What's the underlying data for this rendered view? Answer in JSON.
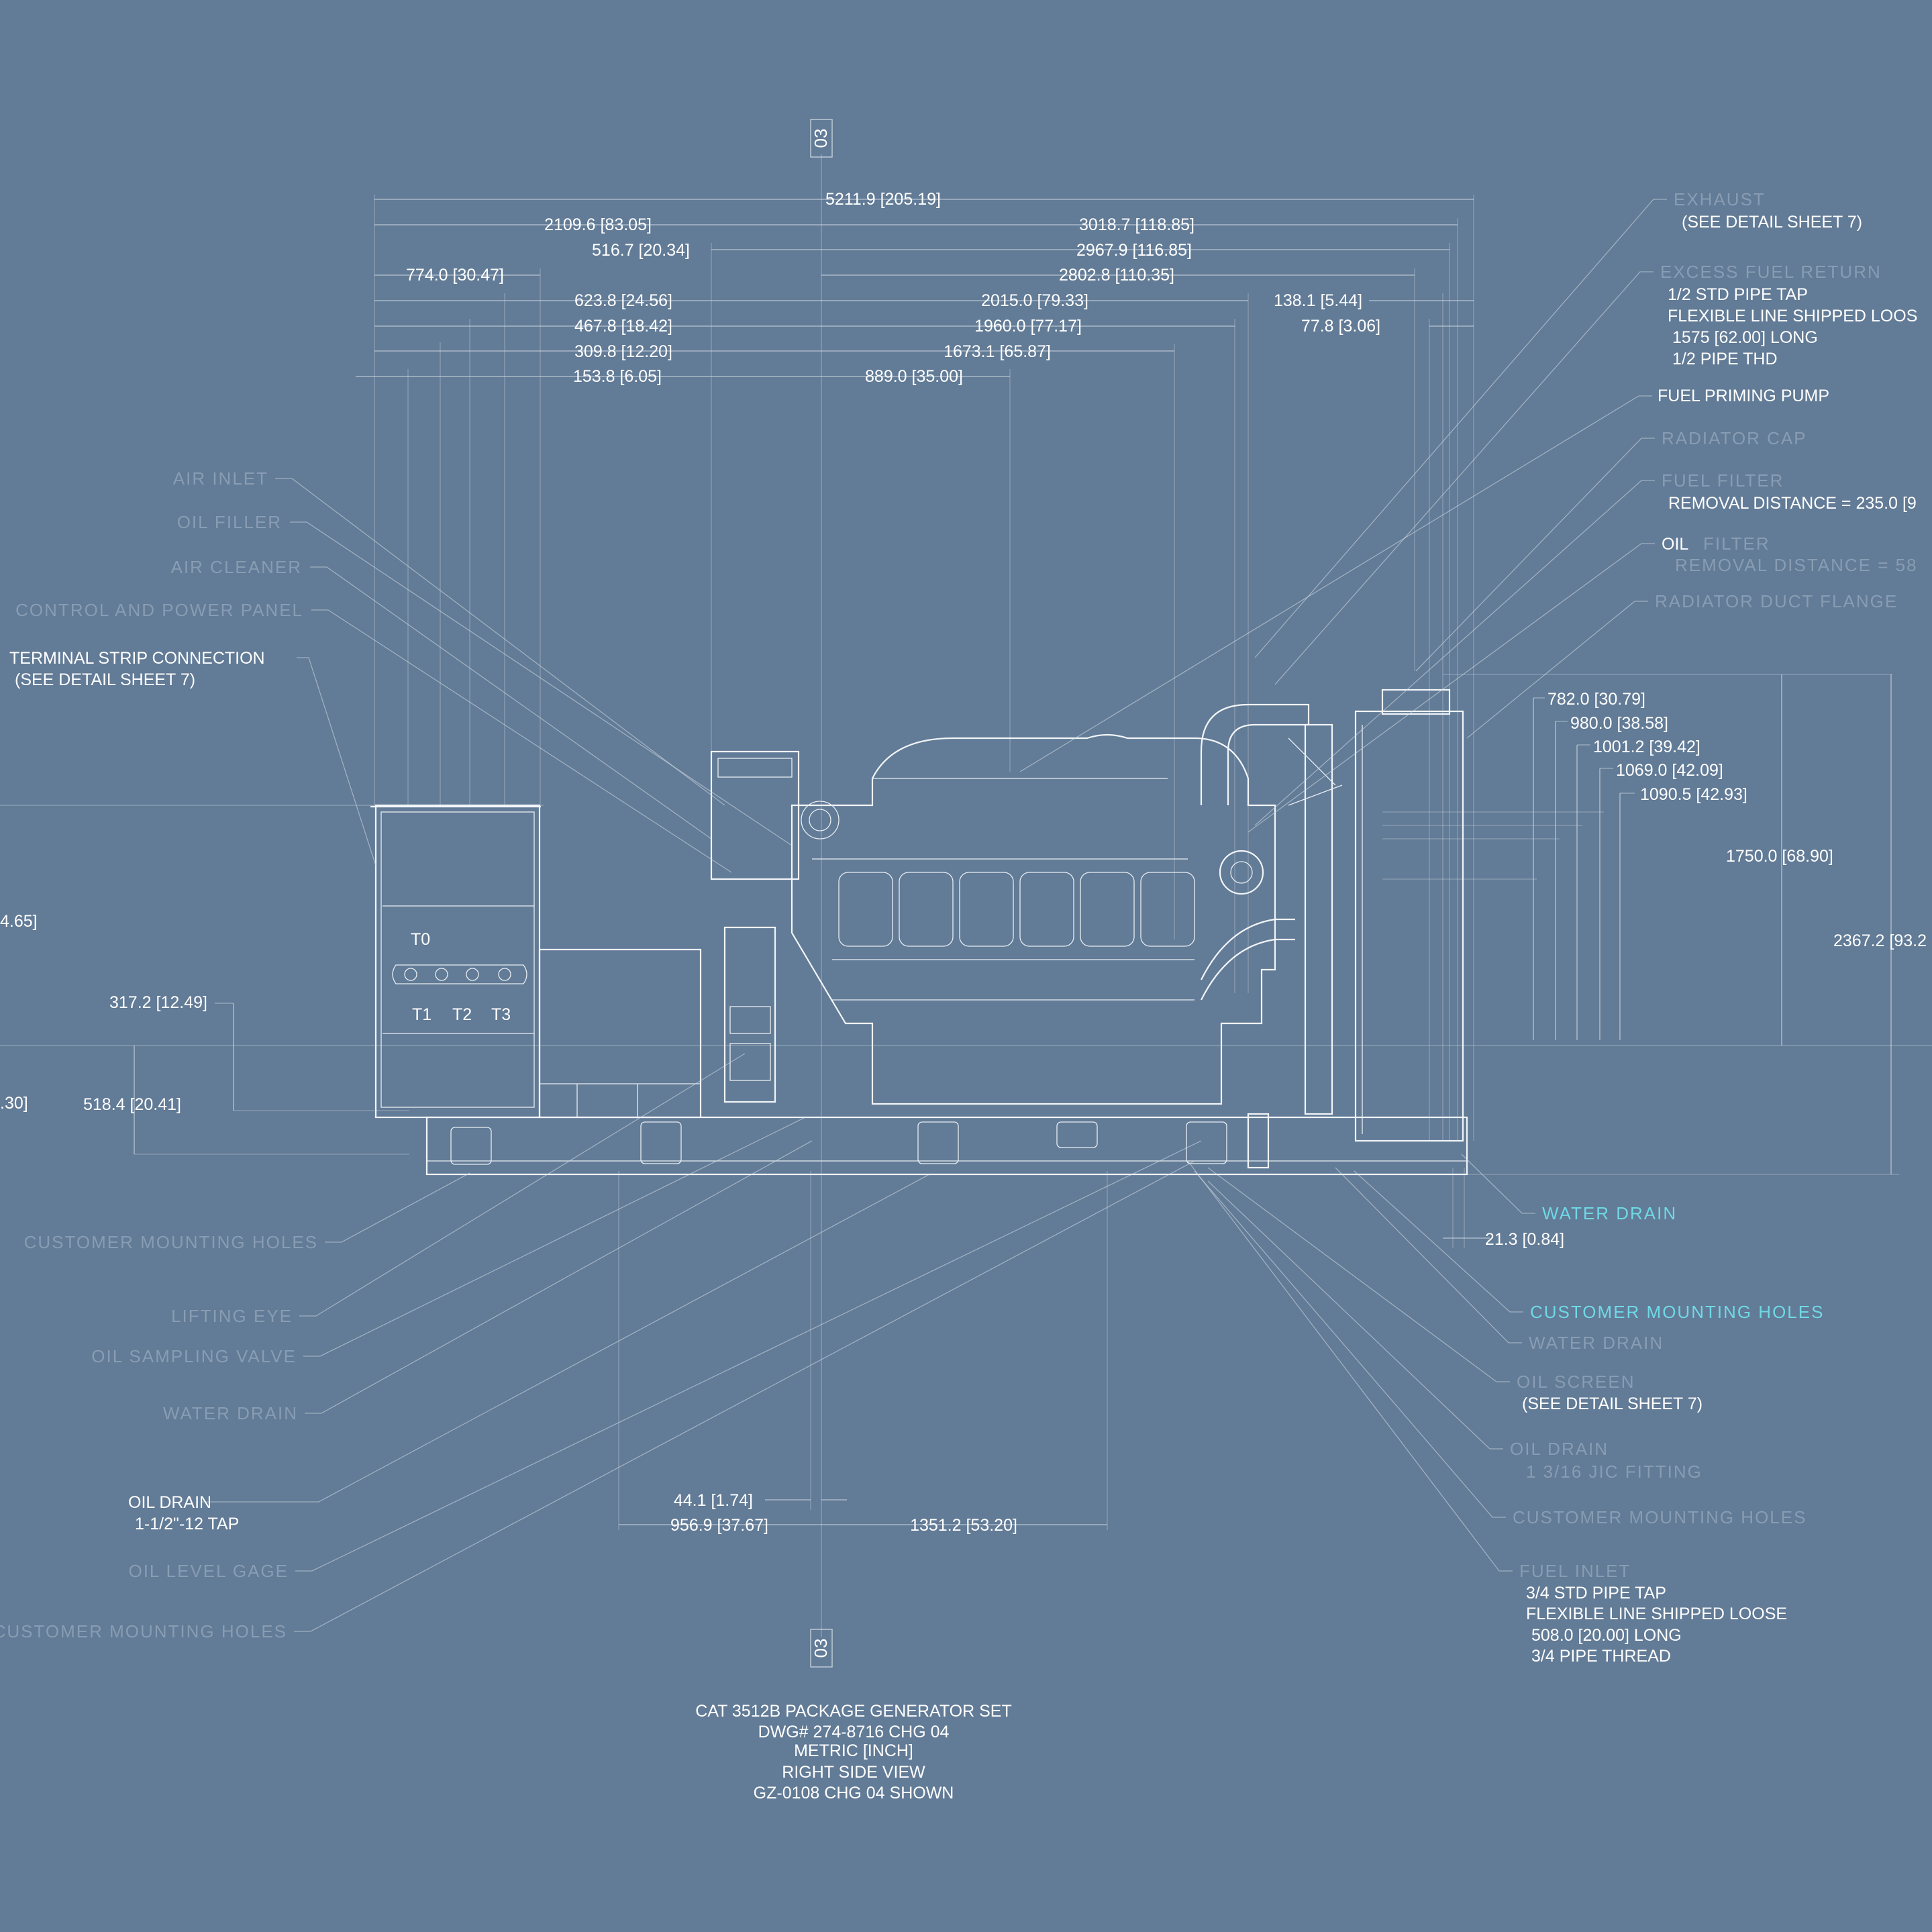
{
  "section_marks": {
    "top": "03",
    "bottom": "03"
  },
  "dimensions": {
    "top": [
      "5211.9 [205.19]",
      "2109.6 [83.05]",
      "3018.7 [118.85]",
      "516.7 [20.34]",
      "2967.9 [116.85]",
      "774.0 [30.47]",
      "2802.8 [110.35]",
      "623.8 [24.56]",
      "2015.0 [79.33]",
      "138.1 [5.44]",
      "467.8 [18.42]",
      "1960.0 [77.17]",
      "77.8 [3.06]",
      "309.8 [12.20]",
      "1673.1 [65.87]",
      "153.8 [6.05]",
      "889.0 [35.00]"
    ],
    "right": [
      "782.0 [30.79]",
      "980.0 [38.58]",
      "1001.2 [39.42]",
      "1069.0 [42.09]",
      "1090.5 [42.93]",
      "1750.0 [68.90]",
      "2367.2 [93.2"
    ],
    "left": [
      "4.65]",
      "317.2 [12.49]",
      ".30]",
      "518.4 [20.41]"
    ],
    "bottom": [
      "21.3 [0.84]",
      "44.1 [1.74]",
      "956.9 [37.67]",
      "1351.2 [53.20]"
    ]
  },
  "terminals": [
    "T0",
    "T1",
    "T2",
    "T3"
  ],
  "callouts_left": {
    "air_inlet": "AIR INLET",
    "oil_filler": "OIL FILLER",
    "air_cleaner": "AIR CLEANER",
    "control_panel": "CONTROL AND POWER PANEL",
    "terminal_strip": "TERMINAL STRIP CONNECTION",
    "terminal_strip_note": "(SEE DETAIL SHEET 7)",
    "customer_mounting_holes": "CUSTOMER MOUNTING HOLES",
    "lifting_eye": "LIFTING EYE",
    "oil_sampling_valve": "OIL SAMPLING VALVE",
    "water_drain": "WATER DRAIN",
    "oil_drain": "OIL DRAIN",
    "oil_drain_tap": "1-1/2\"-12 TAP",
    "oil_level_gage": "OIL LEVEL GAGE",
    "customer_mounting_holes_2": "CUSTOMER MOUNTING HOLES"
  },
  "callouts_right": {
    "exhaust": "EXHAUST",
    "exhaust_note": "(SEE DETAIL SHEET 7)",
    "excess_fuel_return": "EXCESS FUEL RETURN",
    "pipe_tap_half": "1/2 STD PIPE TAP",
    "flex_line_top": "FLEXIBLE LINE SHIPPED LOOS",
    "long_1575": "1575 [62.00] LONG",
    "pipe_thd_half": "1/2 PIPE THD",
    "fuel_priming_pump": "FUEL PRIMING PUMP",
    "radiator_cap": "RADIATOR CAP",
    "fuel_filter": "FUEL FILTER",
    "fuel_filter_removal": "REMOVAL DISTANCE = 235.0 [9",
    "oil_word": "OIL",
    "filter_word": "FILTER",
    "oil_filter_removal": "REMOVAL DISTANCE = 58",
    "radiator_duct_flange": "RADIATOR DUCT FLANGE",
    "water_drain": "WATER DRAIN",
    "customer_mounting_holes": "CUSTOMER MOUNTING HOLES",
    "water_drain_2": "WATER DRAIN",
    "oil_screen": "OIL SCREEN",
    "oil_screen_note": "(SEE DETAIL SHEET 7)",
    "oil_drain": "OIL DRAIN",
    "jic_fitting": "1 3/16 JIC FITTING",
    "customer_mounting_holes_2": "CUSTOMER MOUNTING HOLES",
    "fuel_inlet": "FUEL INLET",
    "pipe_tap_3_4": "3/4 STD PIPE TAP",
    "flex_line_bottom": "FLEXIBLE LINE SHIPPED LOOSE",
    "long_508": "508.0 [20.00] LONG",
    "pipe_thread_3_4": "3/4 PIPE THREAD"
  },
  "title_block": [
    "CAT 3512B PACKAGE GENERATOR SET",
    "DWG# 274-8716 CHG 04",
    "METRIC [INCH]",
    "RIGHT SIDE VIEW",
    "GZ-0108 CHG 04 SHOWN"
  ],
  "colors": {
    "background": "#627b96",
    "linework": "#f2f5f8",
    "highlight_callout": "#6fd9e6"
  }
}
